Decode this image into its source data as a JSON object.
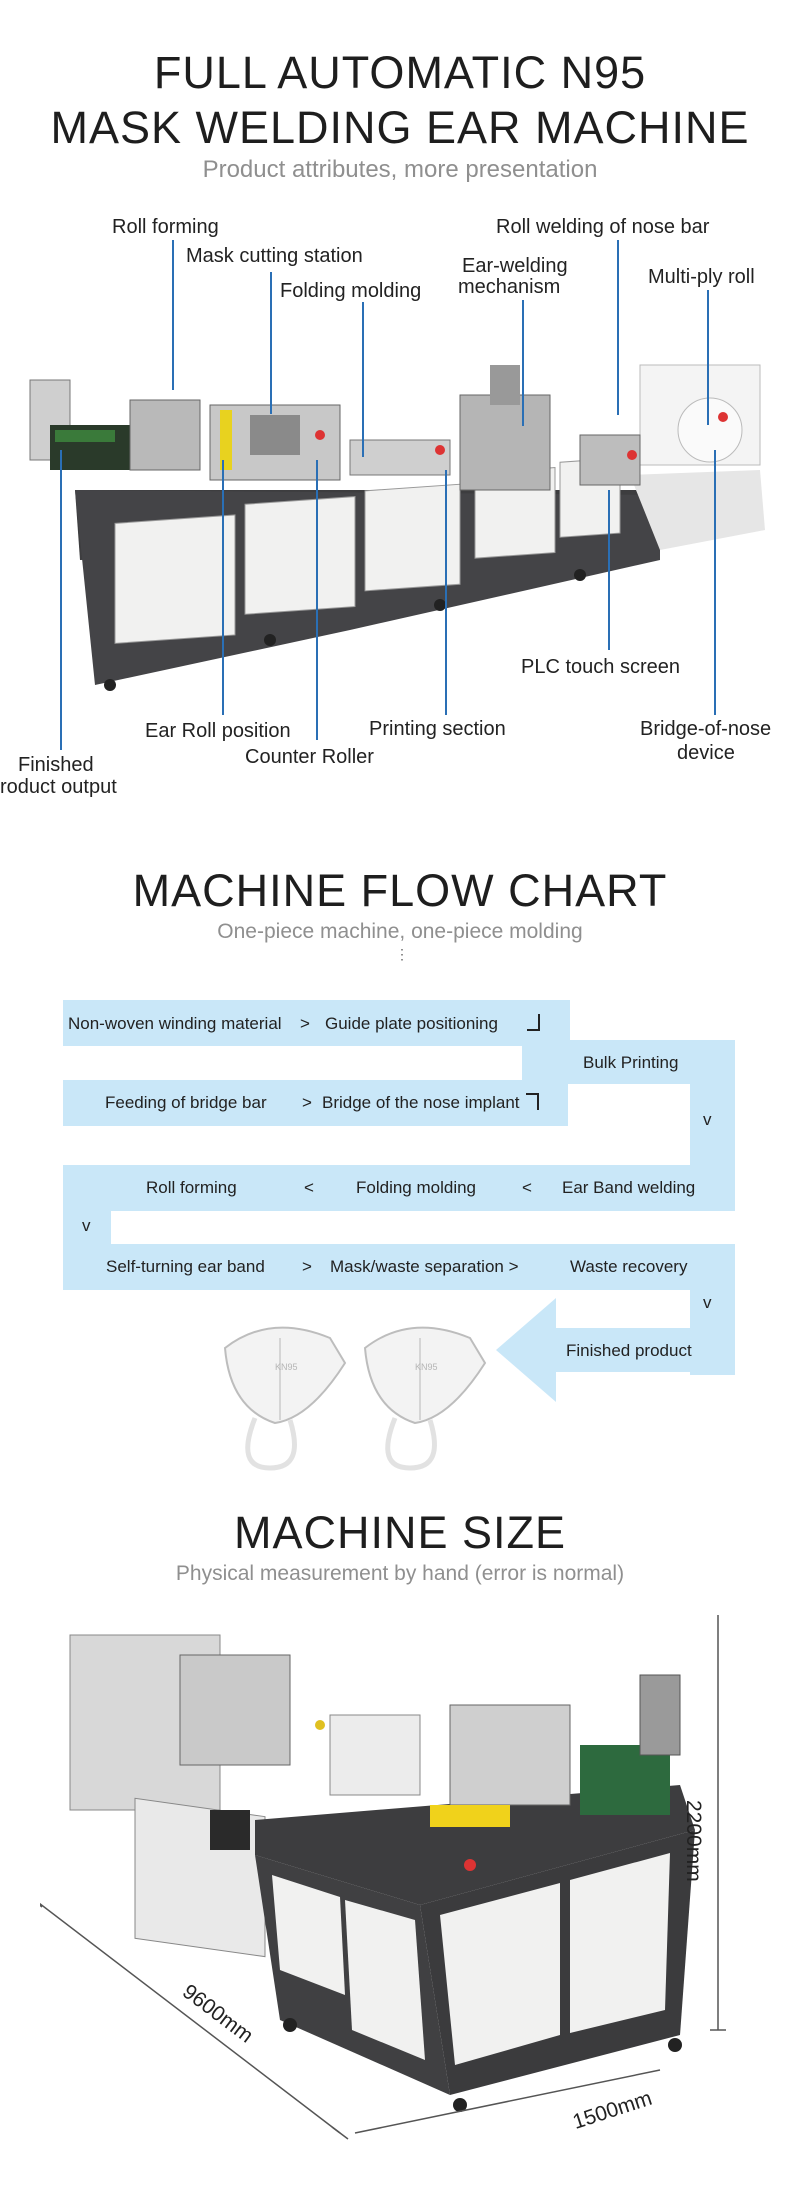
{
  "header": {
    "title_line1": "FULL AUTOMATIC N95",
    "title_line2": "MASK WELDING EAR MACHINE",
    "subtitle": "Product attributes, more presentation"
  },
  "machine_labels": {
    "roll_forming": "Roll forming",
    "mask_cutting": "Mask cutting station",
    "folding_molding": "Folding molding",
    "ear_welding_1": "Ear-welding",
    "ear_welding_2": "mechanism",
    "nose_bar": "Roll welding of nose bar",
    "multi_ply": "Multi-ply roll",
    "plc": "PLC touch screen",
    "bridge_nose_1": "Bridge-of-nose",
    "bridge_nose_2": "device",
    "ear_roll": "Ear Roll position",
    "printing": "Printing section",
    "counter_roller": "Counter Roller",
    "finished_1": "Finished",
    "finished_2": "roduct output"
  },
  "flow": {
    "title": "MACHINE FLOW CHART",
    "subtitle": "One-piece machine, one-piece molding",
    "dots": "⋮",
    "row1": {
      "a": "Non-woven winding material",
      "sep": ">",
      "b": "Guide plate positioning"
    },
    "bulk": "Bulk Printing",
    "row2": {
      "a": "Feeding of bridge bar",
      "sep": ">",
      "b": "Bridge of the nose implant"
    },
    "v1": "v",
    "row3": {
      "a": "Roll forming",
      "sep1": "<",
      "b": "Folding molding",
      "sep2": "<",
      "c": "Ear Band welding"
    },
    "v2": "v",
    "row4": {
      "a": "Self-turning ear band",
      "sep1": ">",
      "b": "Mask/waste separation >",
      "c": "Waste recovery"
    },
    "v3": "v",
    "finished": "Finished product",
    "mask_text": "KN95"
  },
  "size": {
    "title": "MACHINE SIZE",
    "subtitle": "Physical measurement by hand (error is normal)",
    "height": "2200mm",
    "length": "9600mm",
    "width": "1500mm"
  },
  "colors": {
    "leader": "#2a6fb5",
    "flow_band": "#c9e7f8",
    "machine_frame": "#3d3d3f",
    "panel": "#f1f1f0"
  }
}
